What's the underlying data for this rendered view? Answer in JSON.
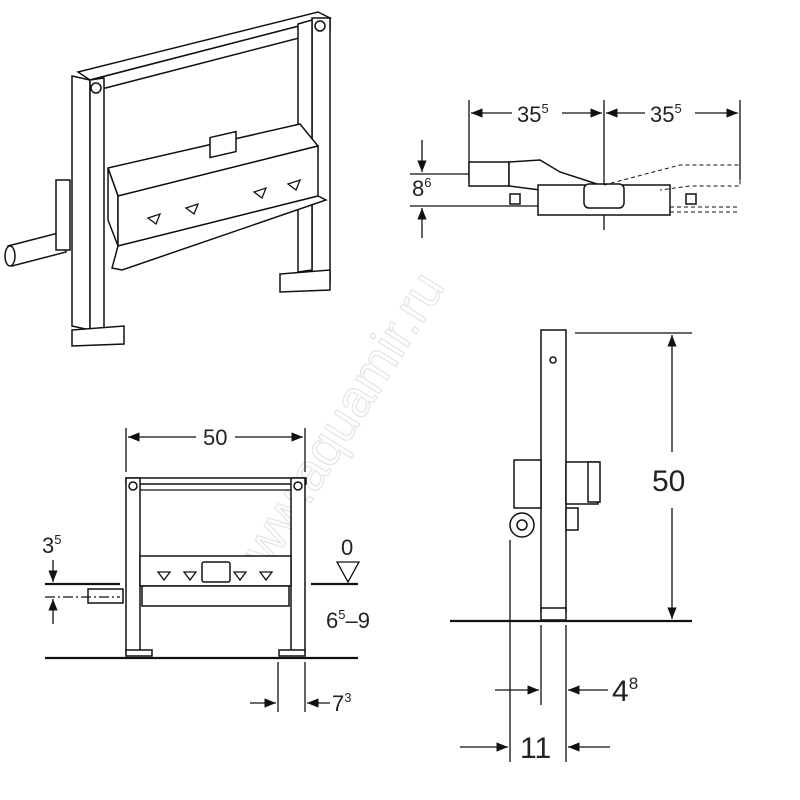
{
  "watermark": "www.aquamir.ru",
  "top_view": {
    "width_left": {
      "base": "35",
      "sup": "5"
    },
    "width_right": {
      "base": "35",
      "sup": "5"
    },
    "height": {
      "base": "8",
      "sup": "6"
    }
  },
  "front_view": {
    "width": "50",
    "pipe_offset": {
      "base": "3",
      "sup": "5"
    },
    "level_zero": "0",
    "height_range": {
      "base": "6",
      "sup": "5",
      "rest": "–9"
    },
    "foot_offset": {
      "base": "7",
      "sup": "3"
    }
  },
  "side_view": {
    "height": "50",
    "depth_inner": {
      "base": "4",
      "sup": "8"
    },
    "depth_total": "11"
  }
}
